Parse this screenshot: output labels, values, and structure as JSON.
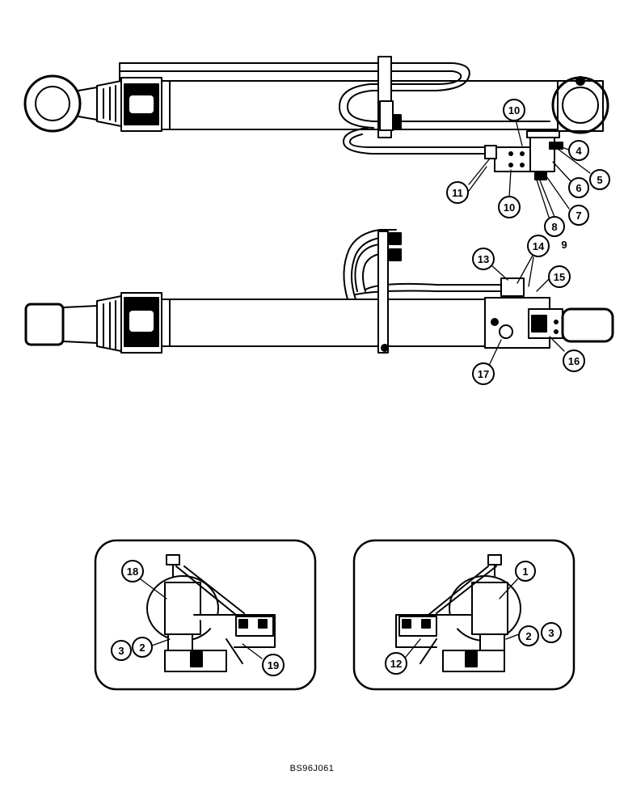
{
  "figure_code": "BS96J061",
  "callouts": {
    "c1": "1",
    "c2a": "2",
    "c2b": "2",
    "c3a": "3",
    "c3b": "3",
    "c4": "4",
    "c5": "5",
    "c6": "6",
    "c7": "7",
    "c8": "8",
    "c9": "9",
    "c10a": "10",
    "c10b": "10",
    "c11": "11",
    "c12": "12",
    "c13": "13",
    "c14": "14",
    "c15": "15",
    "c16": "16",
    "c17": "17",
    "c18": "18",
    "c19": "19"
  }
}
